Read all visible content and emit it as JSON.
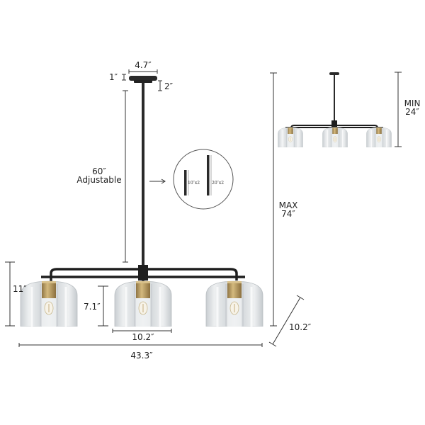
{
  "diagram": {
    "title": "Pendant light dimension diagram",
    "main_view": {
      "canopy_width": "4.7″",
      "canopy_height": "1″",
      "canopy_mount_height": "2″",
      "rod_length": "60″",
      "rod_note": "Adjustable",
      "fixture_height": "11″",
      "shade_height": "7.1″",
      "shade_width": "10.2″",
      "overall_width": "43.3″",
      "depth": "10.2″"
    },
    "rod_detail": {
      "short_rod": "10″x2",
      "long_rod": "20″x2"
    },
    "side_view": {
      "max_label": "MAX",
      "max_value": "74″",
      "min_label": "MIN",
      "min_value": "24″"
    },
    "colors": {
      "metal_black": "#1e1e1e",
      "brass": "#b8995a",
      "glass": "#d9dde0",
      "dimension_line": "#333333"
    }
  }
}
